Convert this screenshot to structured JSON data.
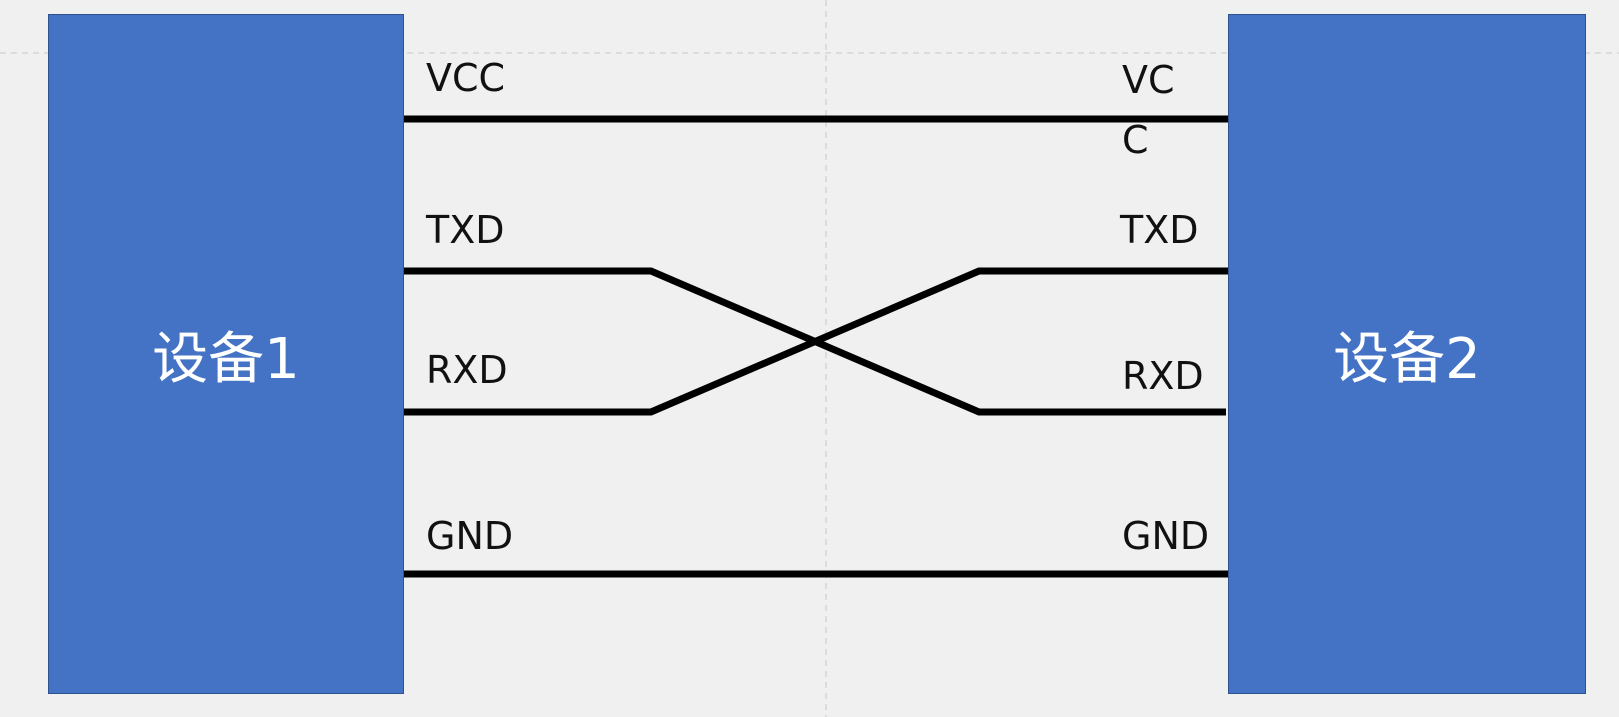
{
  "devices": {
    "left": {
      "label": "设备1"
    },
    "right": {
      "label": "设备2"
    }
  },
  "pins": {
    "left": {
      "vcc": "VCC",
      "txd": "TXD",
      "rxd": "RXD",
      "gnd": "GND"
    },
    "right": {
      "vcc": "VCC",
      "txd": "TXD",
      "rxd": "RXD",
      "gnd": "GND"
    }
  },
  "colors": {
    "device_fill": "#4472c4",
    "device_border": "#2f528f",
    "device_text": "#ffffff",
    "wire": "#000000",
    "guide": "#c8c8c8",
    "background": "#f0f0f0"
  }
}
